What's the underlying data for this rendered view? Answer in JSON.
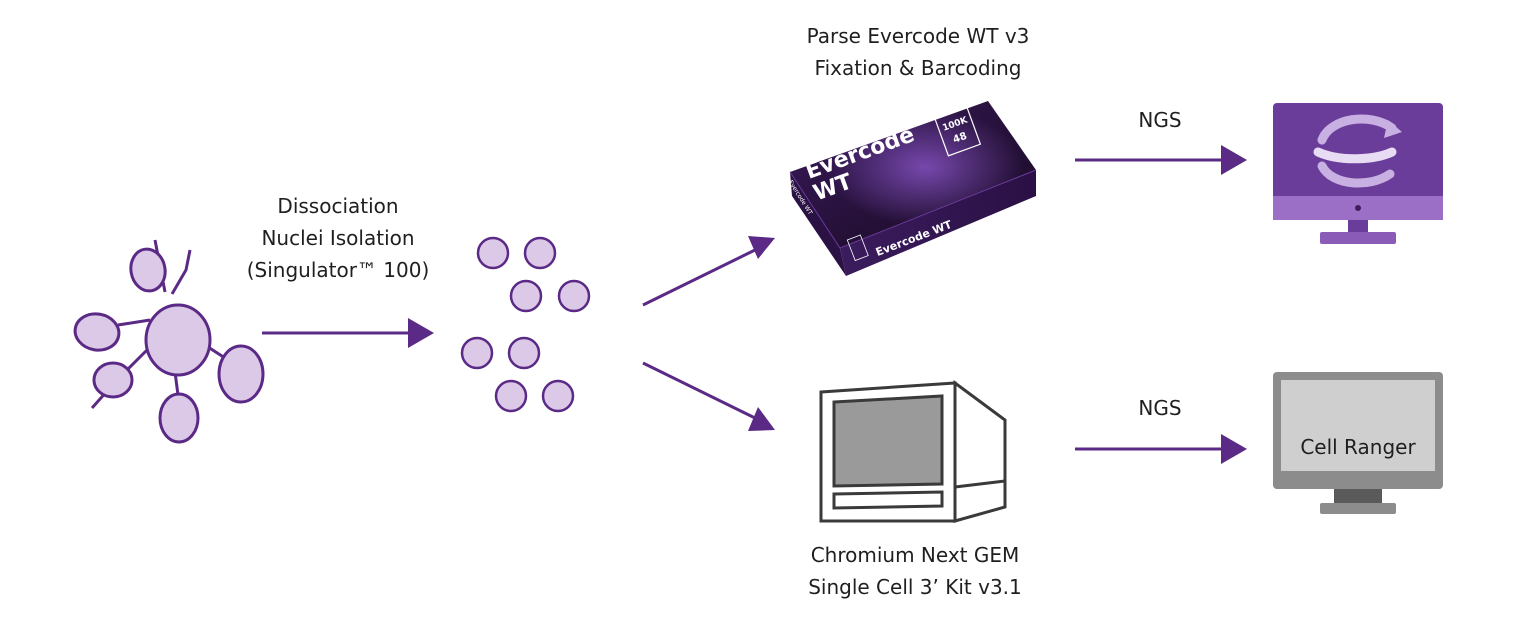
{
  "labels": {
    "dissociation_line1": "Dissociation",
    "dissociation_line2": "Nuclei Isolation",
    "dissociation_line3": "(Singulator™ 100)",
    "parse_line1": "Parse Evercode WT v3",
    "parse_line2": "Fixation & Barcoding",
    "chromium_line1": "Chromium Next GEM",
    "chromium_line2": "Single Cell 3’ Kit v3.1",
    "ngs_top": "NGS",
    "ngs_bottom": "NGS",
    "cell_ranger": "Cell Ranger"
  },
  "kit_box": {
    "brand_top": "Evercode",
    "brand_bottom": "WT",
    "front_label": "Evercode WT",
    "side_label": "Evercode WT",
    "badge_top": "100K",
    "badge_bottom": "48"
  },
  "colors": {
    "accent": "#5b2a86",
    "cell_fill": "#dcc9e8",
    "box_dark": "#2a1044",
    "monitor_purple": "#6b3d9a",
    "monitor_gray": "#8c8c8c",
    "screen_gray": "#cfcfcf",
    "text": "#1f1f1f"
  },
  "icons": {
    "tissue": "branched-cell-icon",
    "nuclei": "nuclei-dots-icon",
    "kit": "evercode-kit-box-icon",
    "chromium": "chromium-instrument-icon",
    "parse_monitor": "parse-analysis-monitor-icon",
    "cellranger_monitor": "cell-ranger-monitor-icon"
  }
}
